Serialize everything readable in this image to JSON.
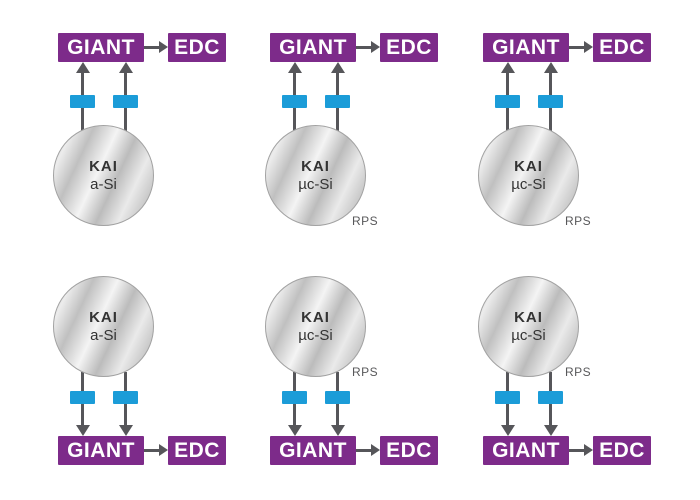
{
  "diagram": {
    "background": "#ffffff",
    "colors": {
      "box_purple": "#7d2b8a",
      "box_text": "#ffffff",
      "connector_blue": "#1b9cd8",
      "arrow_gray": "#56565a",
      "circle_border": "#a2a2a2",
      "circle_text": "#333333",
      "rps_text": "#58585a"
    },
    "shared_labels": {
      "giant": "GIANT",
      "edc": "EDC"
    },
    "panels": [
      {
        "position": "top-left",
        "flow": "bottom-to-top",
        "reactor": "KAI",
        "material": "a-Si"
      },
      {
        "position": "top-center",
        "flow": "bottom-to-top",
        "reactor": "KAI",
        "material": "µc-Si",
        "rps": "RPS"
      },
      {
        "position": "top-right",
        "flow": "bottom-to-top",
        "reactor": "KAI",
        "material": "µc-Si",
        "rps": "RPS"
      },
      {
        "position": "bottom-left",
        "flow": "top-to-bottom",
        "reactor": "KAI",
        "material": "a-Si"
      },
      {
        "position": "bottom-center",
        "flow": "top-to-bottom",
        "reactor": "KAI",
        "material": "µc-Si",
        "rps": "RPS"
      },
      {
        "position": "bottom-right",
        "flow": "top-to-bottom",
        "reactor": "KAI",
        "material": "µc-Si",
        "rps": "RPS"
      }
    ]
  }
}
